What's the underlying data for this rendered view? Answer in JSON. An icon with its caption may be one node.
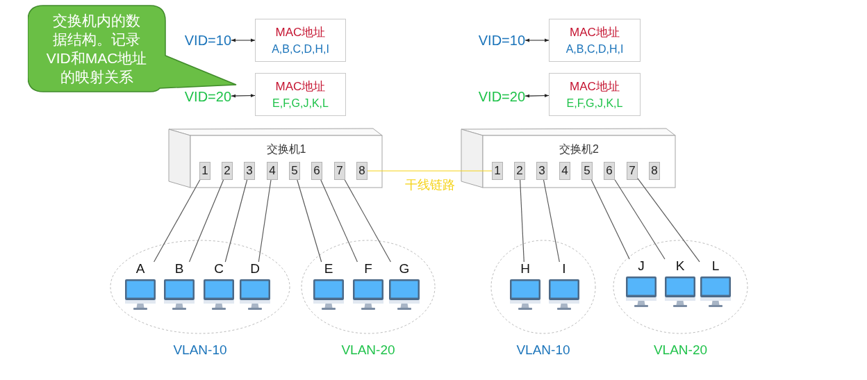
{
  "diagram": {
    "nodes": [
      {
        "text": [
          "交换机内的数据结构。记录VID和MAC地址的映射关系"
        ]
      },
      {
        "text": [
          "VID=10"
        ]
      },
      {
        "text": [
          "MAC地址",
          "A,B,C,D,H,I"
        ]
      },
      {
        "text": [
          "VID=20"
        ]
      },
      {
        "text": [
          "MAC地址",
          "E,F,G,J,K,L"
        ]
      },
      {
        "text": [
          "VID=10"
        ]
      },
      {
        "text": [
          "MAC地址",
          "A,B,C,D,H,I"
        ]
      },
      {
        "text": [
          "VID=20"
        ]
      },
      {
        "text": [
          "MAC地址",
          "E,F,G,J,K,L"
        ]
      },
      {
        "text": [
          "交换机1"
        ]
      },
      {
        "text": [
          "1"
        ],
        "in": 9
      },
      {
        "text": [
          "2"
        ],
        "in": 9
      },
      {
        "text": [
          "3"
        ],
        "in": 9
      },
      {
        "text": [
          "4"
        ],
        "in": 9
      },
      {
        "text": [
          "5"
        ],
        "in": 9
      },
      {
        "text": [
          "6"
        ],
        "in": 9
      },
      {
        "text": [
          "7"
        ],
        "in": 9
      },
      {
        "text": [
          "8"
        ],
        "in": 9
      },
      {
        "text": [
          "交换机2"
        ]
      },
      {
        "text": [
          "1"
        ],
        "in": 18
      },
      {
        "text": [
          "2"
        ],
        "in": 18
      },
      {
        "text": [
          "3"
        ],
        "in": 18
      },
      {
        "text": [
          "4"
        ],
        "in": 18
      },
      {
        "text": [
          "5"
        ],
        "in": 18
      },
      {
        "text": [
          "6"
        ],
        "in": 18
      },
      {
        "text": [
          "7"
        ],
        "in": 18
      },
      {
        "text": [
          "8"
        ],
        "in": 18
      },
      {
        "text": [
          "VLAN-10"
        ]
      },
      {
        "text": [
          "A"
        ],
        "in": 27
      },
      {
        "text": [
          "B"
        ],
        "in": 27
      },
      {
        "text": [
          "C"
        ],
        "in": 27
      },
      {
        "text": [
          "D"
        ],
        "in": 27
      },
      {
        "text": [
          "VLAN-20"
        ]
      },
      {
        "text": [
          "E"
        ],
        "in": 32
      },
      {
        "text": [
          "F"
        ],
        "in": 32
      },
      {
        "text": [
          "G"
        ],
        "in": 32
      },
      {
        "text": [
          "VLAN-10"
        ]
      },
      {
        "text": [
          "H"
        ],
        "in": 36
      },
      {
        "text": [
          "I"
        ],
        "in": 36
      },
      {
        "text": [
          "VLAN-20"
        ]
      },
      {
        "text": [
          "J"
        ],
        "in": 39
      },
      {
        "text": [
          "K"
        ],
        "in": 39
      },
      {
        "text": [
          "L"
        ],
        "in": 39
      }
    ],
    "edges": [
      {
        "from": 1,
        "to": 2,
        "arrow": "both"
      },
      {
        "from": 3,
        "to": 4,
        "arrow": "both"
      },
      {
        "from": 5,
        "to": 6,
        "arrow": "both"
      },
      {
        "from": 7,
        "to": 8,
        "arrow": "both"
      },
      {
        "from": 17,
        "to": 19,
        "arrow": "none",
        "label": "干线链路",
        "color": "#f5d318"
      },
      {
        "from": 10,
        "to": 28,
        "arrow": "none"
      },
      {
        "from": 11,
        "to": 29,
        "arrow": "none"
      },
      {
        "from": 12,
        "to": 30,
        "arrow": "none"
      },
      {
        "from": 13,
        "to": 31,
        "arrow": "none"
      },
      {
        "from": 14,
        "to": 33,
        "arrow": "none"
      },
      {
        "from": 15,
        "to": 34,
        "arrow": "none"
      },
      {
        "from": 16,
        "to": 35,
        "arrow": "none"
      },
      {
        "from": 20,
        "to": 37,
        "arrow": "none"
      },
      {
        "from": 21,
        "to": 38,
        "arrow": "none"
      },
      {
        "from": 23,
        "to": 40,
        "arrow": "none"
      },
      {
        "from": 24,
        "to": 41,
        "arrow": "none"
      },
      {
        "from": 25,
        "to": 42,
        "arrow": "none"
      }
    ]
  }
}
